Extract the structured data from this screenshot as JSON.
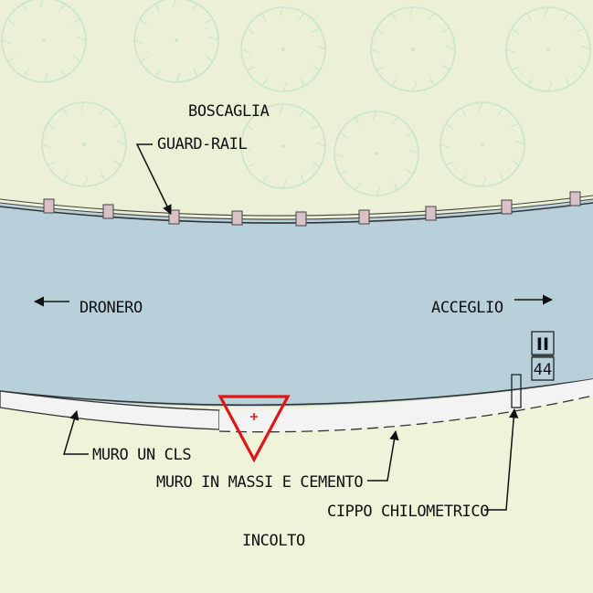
{
  "colors": {
    "woodland": "#ebf0d6",
    "road": "#b8d0da",
    "field": "#eef3d9",
    "tree_outline": "#c8e5cc",
    "guardrail_post": "#d8c2c8",
    "wall": "#f3f3f3",
    "marker_red": "#e01515",
    "leader_line": "#111111"
  },
  "labels": {
    "boscaglia": "BOSCAGLIA",
    "guard_rail": "GUARD-RAIL",
    "dronero": "DRONERO",
    "acceglio": "ACCEGLIO",
    "muro_cls": "MURO UN CLS",
    "muro_massi": "MURO IN MASSI E CEMENTO",
    "cippo": "CIPPO CHILOMETRICO",
    "incolto": "INCOLTO"
  },
  "km_marker": {
    "road_number": "II",
    "kilometer": "44"
  },
  "icons": {
    "direction_left": "arrow-left-icon",
    "direction_right": "arrow-right-icon",
    "warning_marker": "red-triangle-marker-icon",
    "trees": "tree-canopy-icon"
  }
}
